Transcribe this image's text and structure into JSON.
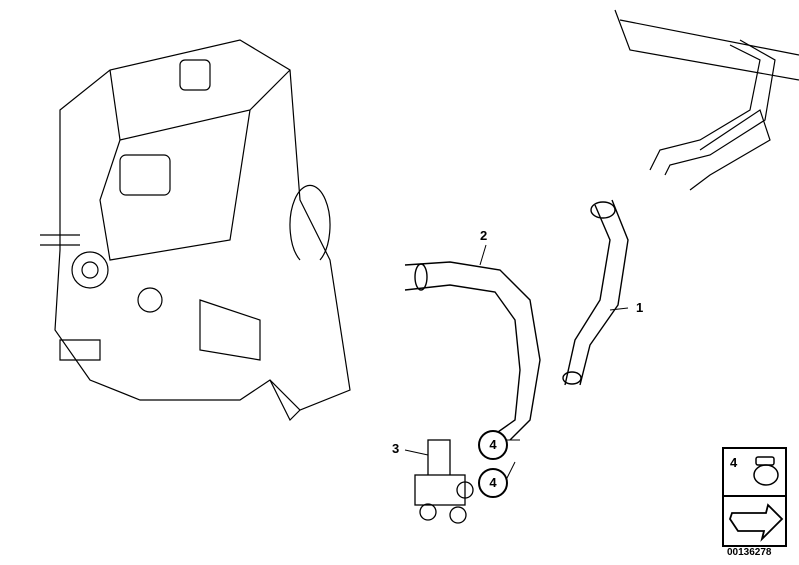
{
  "diagram": {
    "callouts": [
      {
        "label": "1",
        "part": "hose-1"
      },
      {
        "label": "2",
        "part": "hose-2"
      },
      {
        "label": "3",
        "part": "valve"
      }
    ],
    "clamp_callouts": [
      "4",
      "4"
    ],
    "legend": {
      "number": "4",
      "icon": "hose-clamp-icon",
      "arrow": "arrow-icon"
    },
    "image_code": "00136278"
  }
}
